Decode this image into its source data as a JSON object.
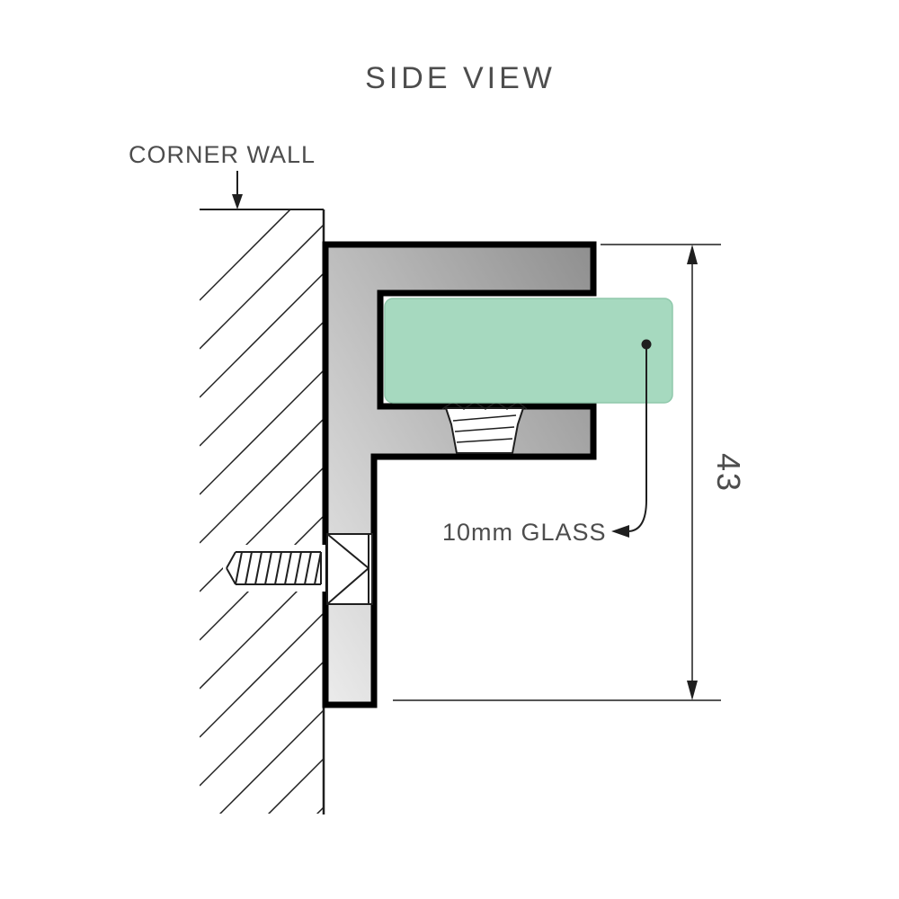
{
  "title": "SIDE VIEW",
  "diagram": {
    "wall_label": "CORNER WALL",
    "glass_label": "10mm GLASS",
    "dimension_label": "43"
  },
  "colors": {
    "text": "#4d4d4d",
    "line": "#1f1f1f",
    "outline": "#000000",
    "glass_fill": "#a6d9bf",
    "glass_edge": "#8fc8ab",
    "metal_light": "#ececec",
    "metal_mid": "#b9b9b9",
    "metal_dark": "#8f8f8f",
    "white": "#ffffff"
  }
}
